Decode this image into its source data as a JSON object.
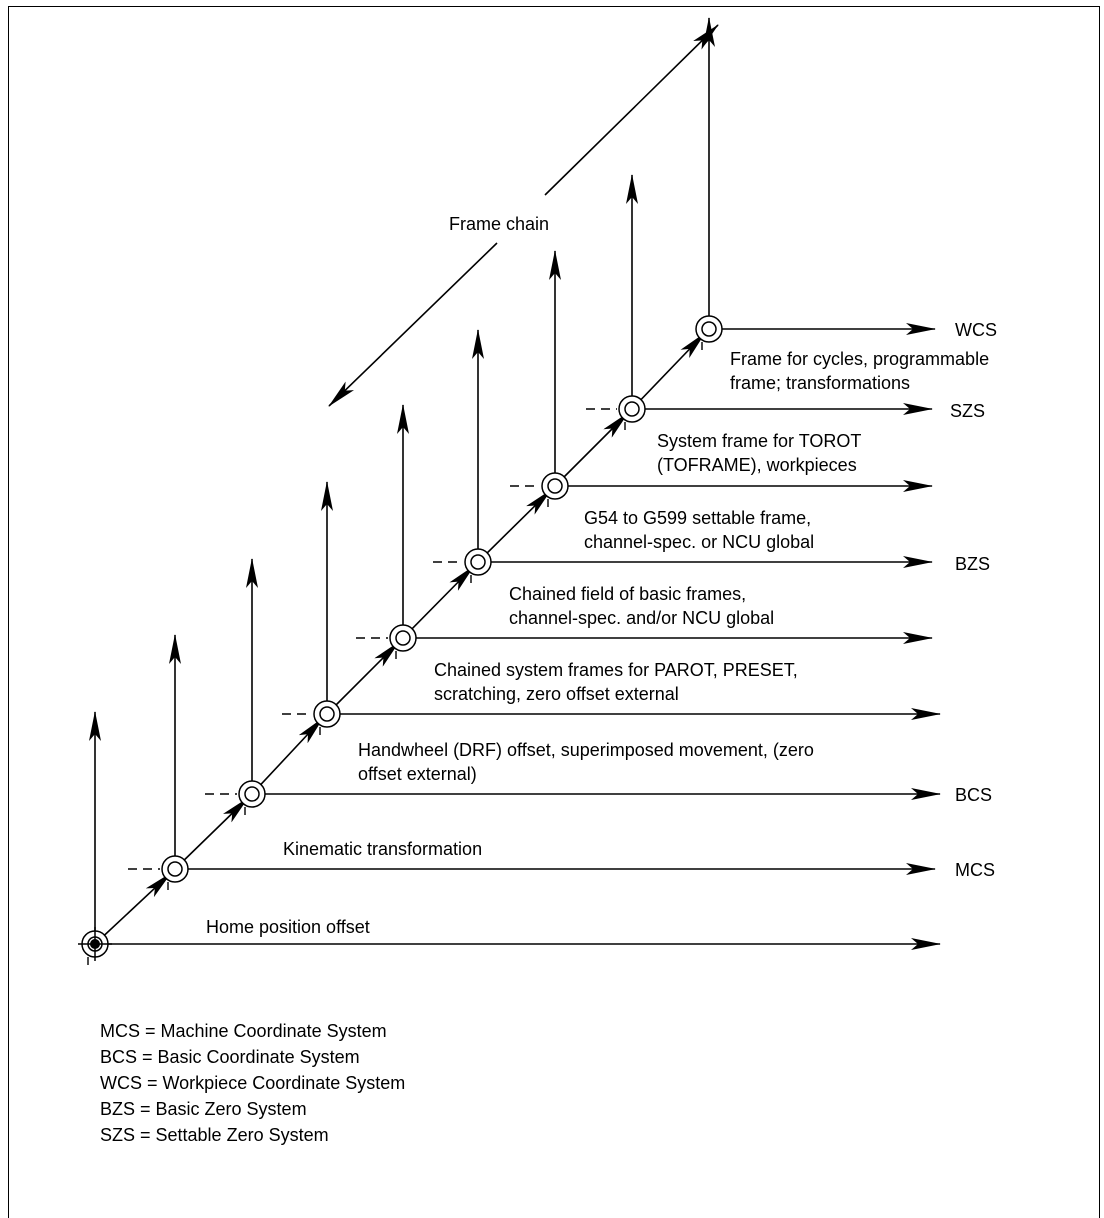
{
  "frame_chain_label": "Frame chain",
  "systems": {
    "wcs": "WCS",
    "szs": "SZS",
    "bzs": "BZS",
    "bcs": "BCS",
    "mcs": "MCS"
  },
  "descriptions": {
    "cycles": [
      "Frame for cycles, programmable",
      "frame; transformations"
    ],
    "torot": [
      "System frame for TOROT",
      "(TOFRAME), workpieces"
    ],
    "g54": [
      "G54 to G599 settable frame,",
      "channel-spec. or NCU global"
    ],
    "basic": [
      "Chained field of basic frames,",
      "channel-spec. and/or NCU global"
    ],
    "parot": [
      "Chained system frames for PAROT,  PRESET,",
      "scratching, zero offset external"
    ],
    "handwheel": [
      "Handwheel (DRF) offset, superimposed movement, (zero",
      "offset external)"
    ],
    "kinematic": "Kinematic transformation",
    "home": "Home position offset"
  },
  "legend": [
    "MCS = Machine Coordinate System",
    "BCS = Basic Coordinate System",
    "WCS = Workpiece Coordinate System",
    "BZS = Basic Zero System",
    "SZS = Settable Zero System"
  ]
}
